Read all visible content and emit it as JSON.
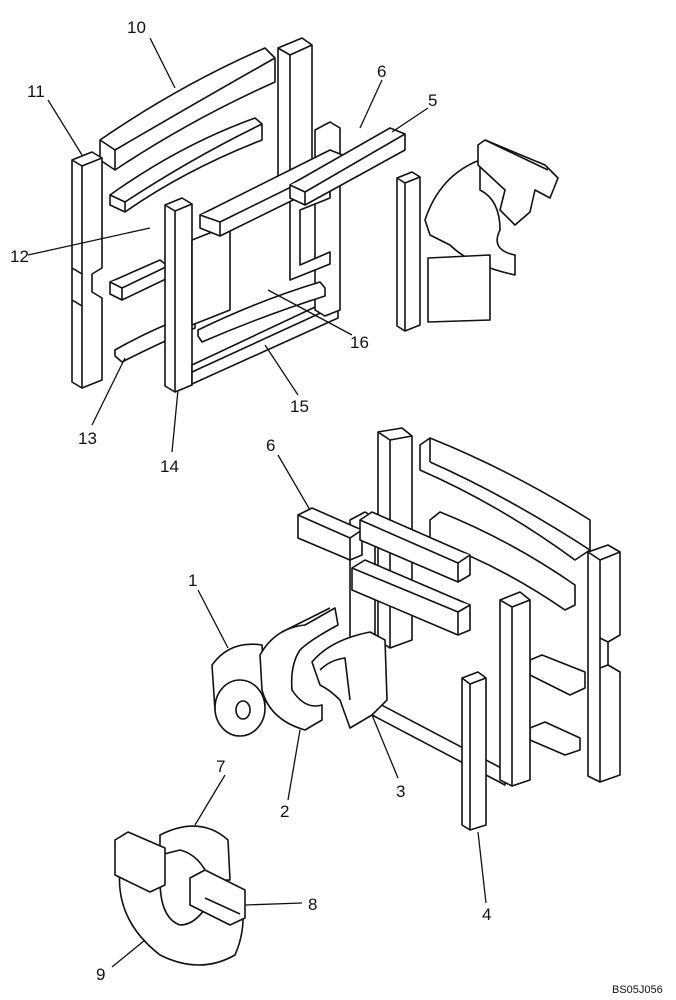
{
  "callouts": {
    "c1": "1",
    "c2": "2",
    "c3": "3",
    "c4": "4",
    "c5": "5",
    "c6a": "6",
    "c6b": "6",
    "c7": "7",
    "c8": "8",
    "c9": "9",
    "c10": "10",
    "c11": "11",
    "c12": "12",
    "c13": "13",
    "c14": "14",
    "c15": "15",
    "c16": "16"
  },
  "figure_code": "BS05J056"
}
